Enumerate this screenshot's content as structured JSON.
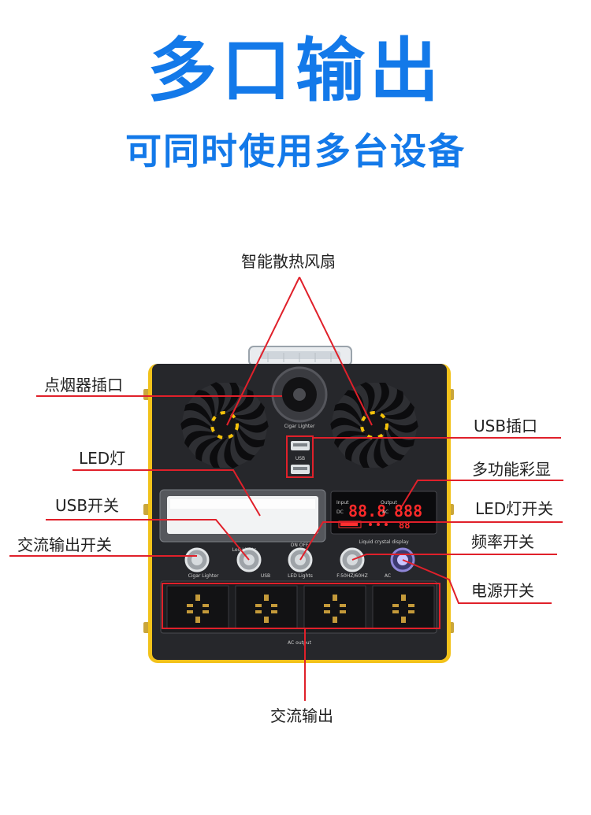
{
  "header": {
    "title": "多口输出",
    "subtitle": "可同时使用多台设备"
  },
  "labels": {
    "fan": "智能散热风扇",
    "cigar": "点烟器插口",
    "usb_port": "USB插口",
    "led_light": "LED灯",
    "display": "多功能彩显",
    "usb_switch": "USB开关",
    "led_switch": "LED灯开关",
    "ac_switch": "交流输出开关",
    "freq_switch": "频率开关",
    "power_switch": "电源开关",
    "ac_output": "交流输出"
  },
  "panel": {
    "usb_label": "USB",
    "led_lights_top": "Led Lights",
    "on_off": "ON OFF",
    "btn_cigar": "Cigar Lighter",
    "btn_usb": "USB",
    "btn_led": "LED Lights",
    "btn_freq": "F:50HZ/60HZ",
    "btn_ac": "AC",
    "ac_output_label": "AC output",
    "lcd_caption": "Liquid crystal display",
    "lcd_input": "Input",
    "lcd_dc": "DC",
    "lcd_output": "Output",
    "lcd_ac": "AC",
    "lcd_digits_left": "88.8",
    "lcd_digits_right": "888",
    "lcd_digits_small": "88",
    "cigar_caption": "Cigar Lighter"
  },
  "colors": {
    "title_blue": "#1379e9",
    "callout_red": "#e0202a",
    "case_yellow": "#f2c21a",
    "panel_black": "#26272b",
    "fan_blade": "#0c0c0e",
    "fan_accent": "#f4c20a"
  }
}
